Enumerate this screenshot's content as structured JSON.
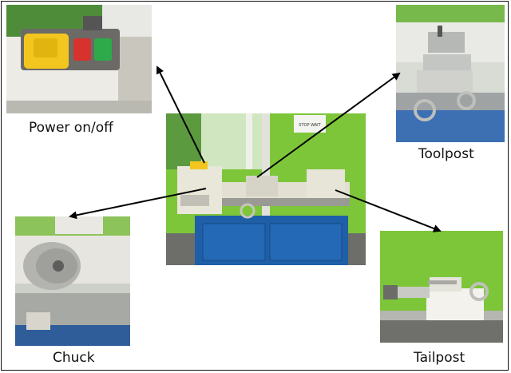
{
  "labels": {
    "power": "Power on/off",
    "toolpost": "Toolpost",
    "chuck": "Chuck",
    "tailpost": "Tailpost"
  },
  "center_sign_text": "STOP WAIT",
  "colors": {
    "wall_green": "#7dc63a",
    "cabinet_blue": "#1f5fa8",
    "lathe_cream": "#e9e6da",
    "switch_yellow": "#f2c61f",
    "switch_red": "#d8322e",
    "switch_green": "#2faa4a"
  }
}
